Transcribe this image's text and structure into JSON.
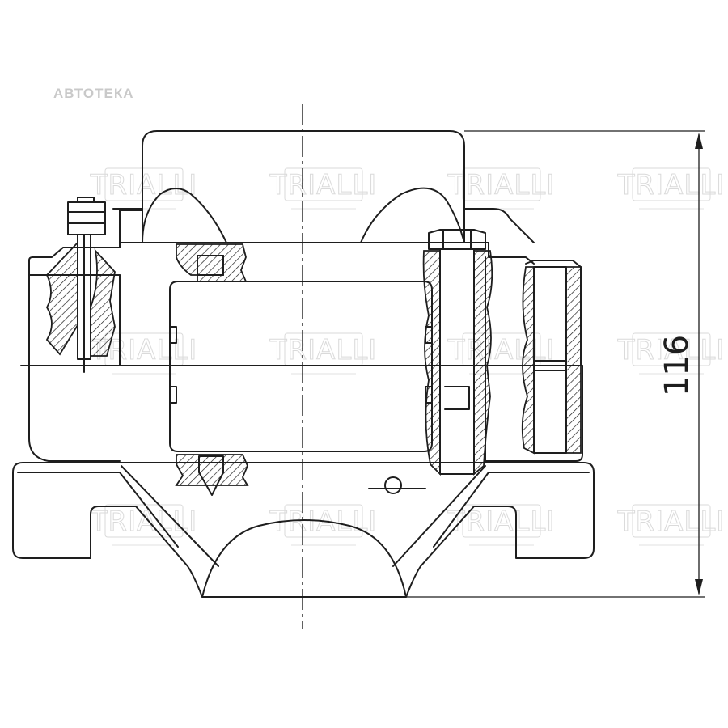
{
  "watermark_brand": "АВТОТЕКА",
  "watermark_logo": "TRIALLI",
  "dimension": {
    "height_value": "116"
  }
}
